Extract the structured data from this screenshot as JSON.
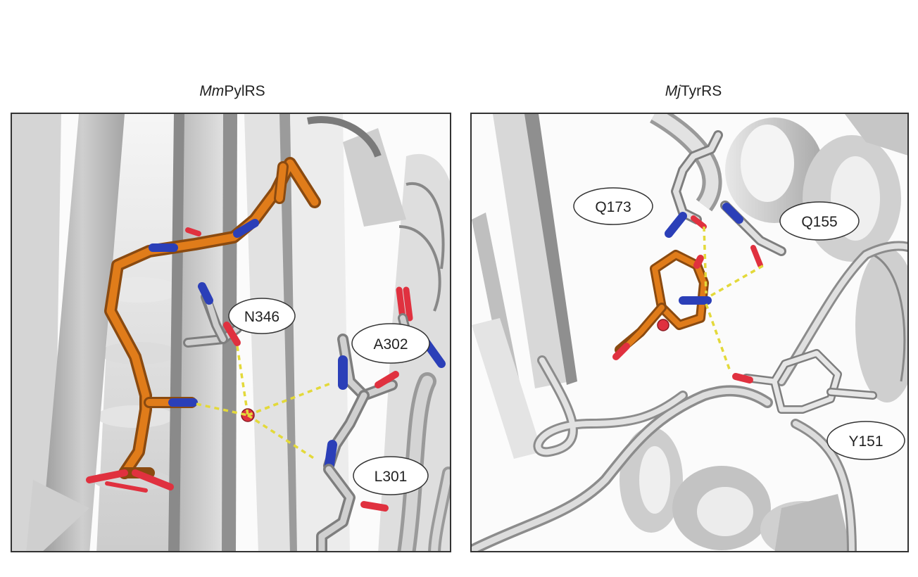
{
  "panels": {
    "left": {
      "title_italic": "Mm",
      "title_rest": "PylRS",
      "residue_labels": [
        "N346",
        "A302",
        "L301"
      ]
    },
    "right": {
      "title_italic": "Mj",
      "title_rest": "TyrRS",
      "residue_labels": [
        "Q173",
        "Q155",
        "Y151"
      ]
    }
  },
  "colors": {
    "ligand_carbon": "#e07c1a",
    "protein_carbon": "#c8c8c8",
    "nitrogen": "#2b3fb8",
    "oxygen": "#e0313f",
    "hbond": "#e3d93a",
    "water": "#e0313f",
    "border": "#333333"
  }
}
